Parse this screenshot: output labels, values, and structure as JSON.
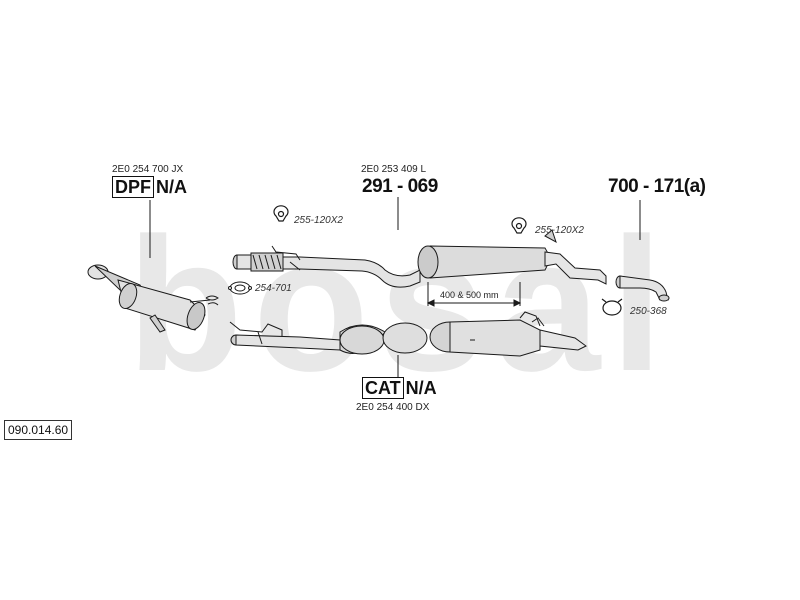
{
  "watermark": {
    "text": "bosal",
    "color": "#e6e6e6"
  },
  "reference": "090.014.60",
  "dpf": {
    "code": "2E0 254 700 JX",
    "tag": "DPF",
    "value": "N/A"
  },
  "middle": {
    "code": "2E0 253 409 L",
    "part": "291 - 069"
  },
  "rear": {
    "part": "700 - 171(a)"
  },
  "cat": {
    "code": "2E0 254 400 DX",
    "tag": "CAT",
    "value": "N/A"
  },
  "accessories": {
    "clamp_left": "255-120X2",
    "clamp_right": "255-120X2",
    "gasket": "254-701",
    "clamp_rear": "250-368"
  },
  "dimension": "400 & 500 mm",
  "colors": {
    "line": "#1a1a1a",
    "fill": "#d9d9d9"
  }
}
